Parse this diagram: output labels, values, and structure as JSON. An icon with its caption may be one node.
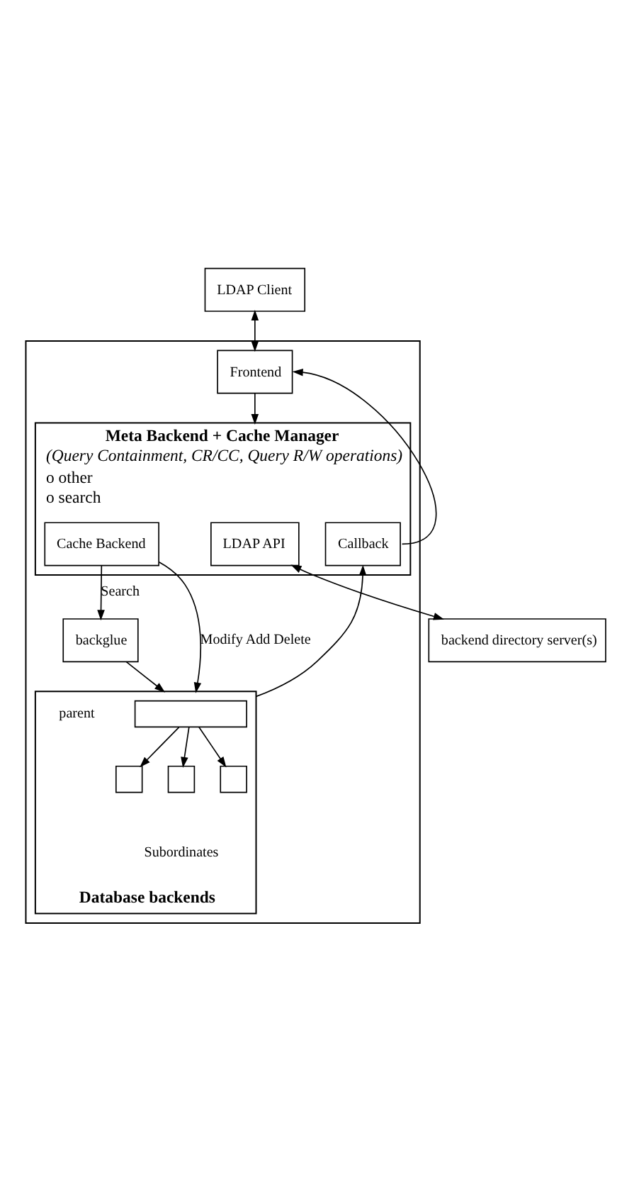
{
  "diagram": {
    "nodes": [
      {
        "text": [],
        "shape": "box"
      },
      {
        "text": [
          "LDAP Client"
        ]
      },
      {
        "text": [
          "Frontend"
        ],
        "in": 0
      },
      {
        "text": [
          "Meta Backend + Cache Manager",
          "(Query Containment, CR/CC, Query R/W operations)",
          "o other",
          "o search"
        ],
        "in": 0
      },
      {
        "text": [
          "LDAP API"
        ],
        "in": 3
      },
      {
        "text": [
          "Cache Backend"
        ],
        "in": 3
      },
      {
        "text": [
          "Callback"
        ],
        "in": 3
      },
      {
        "text": [
          "backglue"
        ],
        "in": 0
      },
      {
        "text": [
          "Database backends"
        ],
        "in": 0
      },
      {
        "text": [],
        "shape": "box",
        "in": 8,
        "beside": [
          "parent"
        ]
      },
      {
        "text": [],
        "shape": "box",
        "in": 8
      },
      {
        "text": [],
        "shape": "box",
        "in": 8
      },
      {
        "text": [],
        "shape": "box",
        "in": 8
      },
      {
        "text": [
          "backend directory server(s)"
        ]
      }
    ],
    "edges": [
      {
        "from": 1,
        "to": 2,
        "arrow": "both"
      },
      {
        "from": 2,
        "to": 3,
        "arrow": "to"
      },
      {
        "from": 6,
        "to": 2,
        "arrow": "to"
      },
      {
        "from": 5,
        "to": 7,
        "arrow": "to",
        "label": "Search"
      },
      {
        "from": 5,
        "to": 8,
        "arrow": "to",
        "label": "Modify Add Delete"
      },
      {
        "from": 7,
        "to": 8,
        "arrow": "to"
      },
      {
        "from": 8,
        "to": 6,
        "arrow": "to"
      },
      {
        "from": 4,
        "to": 13,
        "arrow": "both"
      },
      {
        "from": 9,
        "to": 10,
        "arrow": "to"
      },
      {
        "from": 9,
        "to": 11,
        "arrow": "to"
      },
      {
        "from": 9,
        "to": 12,
        "arrow": "to"
      }
    ],
    "labels": [
      "Subordinates"
    ]
  }
}
